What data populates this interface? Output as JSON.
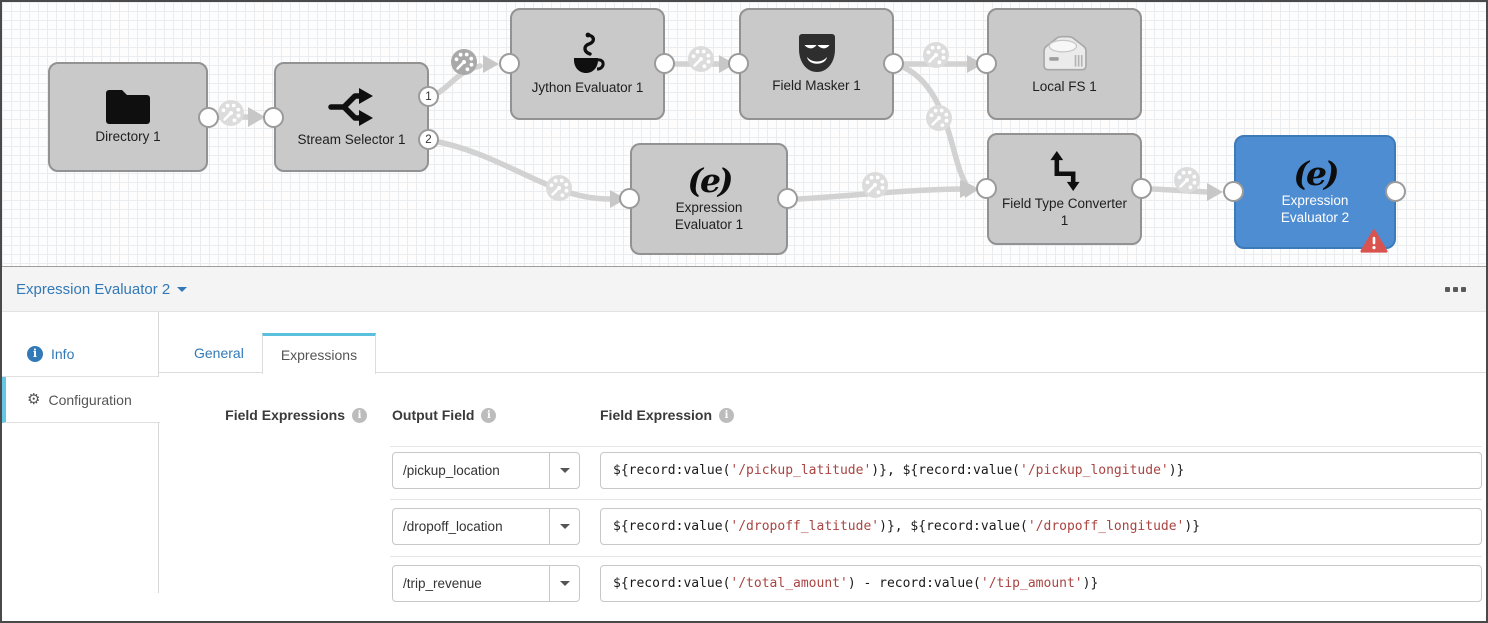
{
  "canvas": {
    "nodes": [
      {
        "id": "directory-1",
        "label": "Directory 1"
      },
      {
        "id": "stream-selector-1",
        "label": "Stream Selector 1",
        "output_labels": [
          "1",
          "2"
        ]
      },
      {
        "id": "jython-evaluator-1",
        "label": "Jython Evaluator 1"
      },
      {
        "id": "field-masker-1",
        "label": "Field Masker 1"
      },
      {
        "id": "local-fs-1",
        "label": "Local FS 1"
      },
      {
        "id": "expression-evaluator-1",
        "label": "Expression Evaluator 1"
      },
      {
        "id": "field-type-converter-1",
        "label": "Field Type Converter 1"
      },
      {
        "id": "expression-evaluator-2",
        "label": "Expression Evaluator 2",
        "selected": true,
        "has_error": true
      }
    ]
  },
  "panel": {
    "title": "Expression Evaluator 2",
    "sidebar": [
      {
        "label": "Info",
        "icon": "info-icon"
      },
      {
        "label": "Configuration",
        "icon": "gear-icon",
        "active": true
      }
    ],
    "tabs": [
      {
        "label": "General"
      },
      {
        "label": "Expressions",
        "active": true
      }
    ],
    "section_label": "Field Expressions",
    "columns": {
      "output_field": "Output Field",
      "field_expression": "Field Expression"
    },
    "rows": [
      {
        "output_field": "/pickup_location",
        "expression": "${record:value('/pickup_latitude')}, ${record:value('/pickup_longitude')}"
      },
      {
        "output_field": "/dropoff_location",
        "expression": "${record:value('/dropoff_latitude')}, ${record:value('/dropoff_longitude')}"
      },
      {
        "output_field": "/trip_revenue",
        "expression": "${record:value('/total_amount') - record:value('/tip_amount')}"
      }
    ],
    "colors": {
      "accent_blue": "#3279b7",
      "selected_node_blue": "#4e8dd2",
      "tab_active_border": "#5bc0de",
      "error_red": "#d9534f",
      "expression_string_red": "#a94442"
    }
  }
}
